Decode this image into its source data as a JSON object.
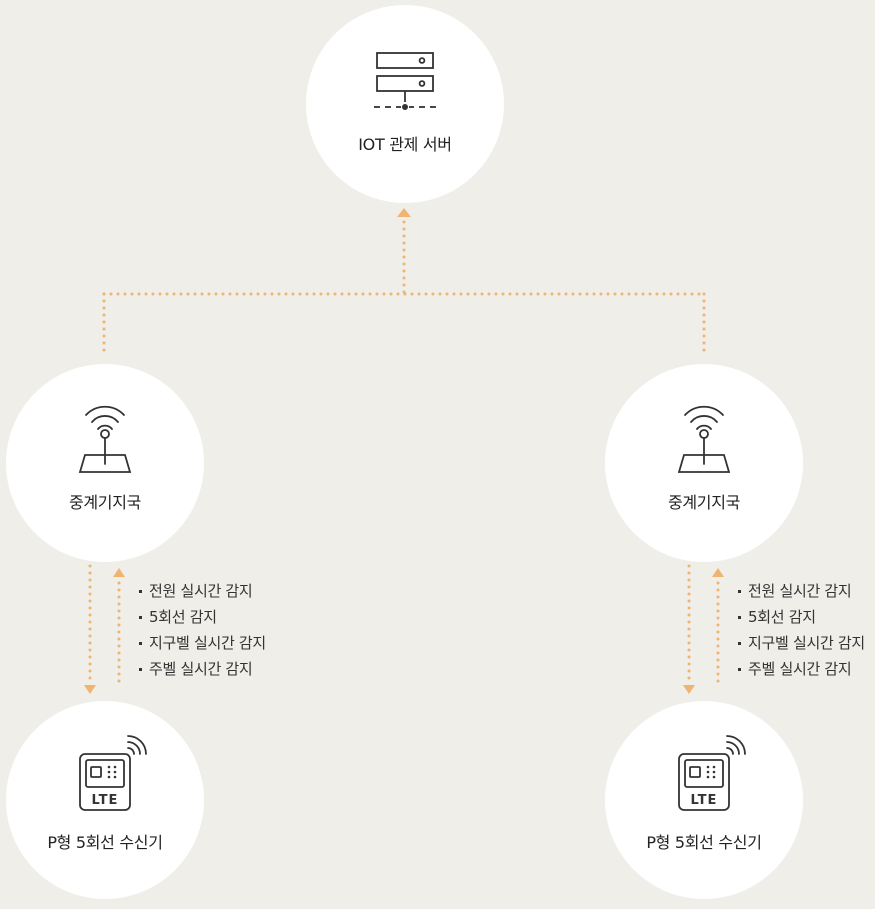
{
  "nodes": {
    "server": {
      "label": "IOT 관제 서버",
      "icon": "server-icon"
    },
    "relay_left": {
      "label": "중계기지국",
      "icon": "antenna-tower-icon"
    },
    "relay_right": {
      "label": "중계기지국",
      "icon": "antenna-tower-icon"
    },
    "receiver_left": {
      "label": "P형 5회선 수신기",
      "icon": "lte-receiver-icon",
      "device_text": "LTE"
    },
    "receiver_right": {
      "label": "P형 5회선 수신기",
      "icon": "lte-receiver-icon",
      "device_text": "LTE"
    }
  },
  "features_left": [
    "전원 실시간 감지",
    "5회선 감지",
    "지구벨 실시간 감지",
    "주벨 실시간 감지"
  ],
  "features_right": [
    "전원 실시간 감지",
    "5회선 감지",
    "지구벨 실시간 감지",
    "주벨 실시간 감지"
  ],
  "colors": {
    "background": "#efeee9",
    "node_fill": "#ffffff",
    "connector": "#f0b472",
    "icon_stroke": "#333333"
  }
}
